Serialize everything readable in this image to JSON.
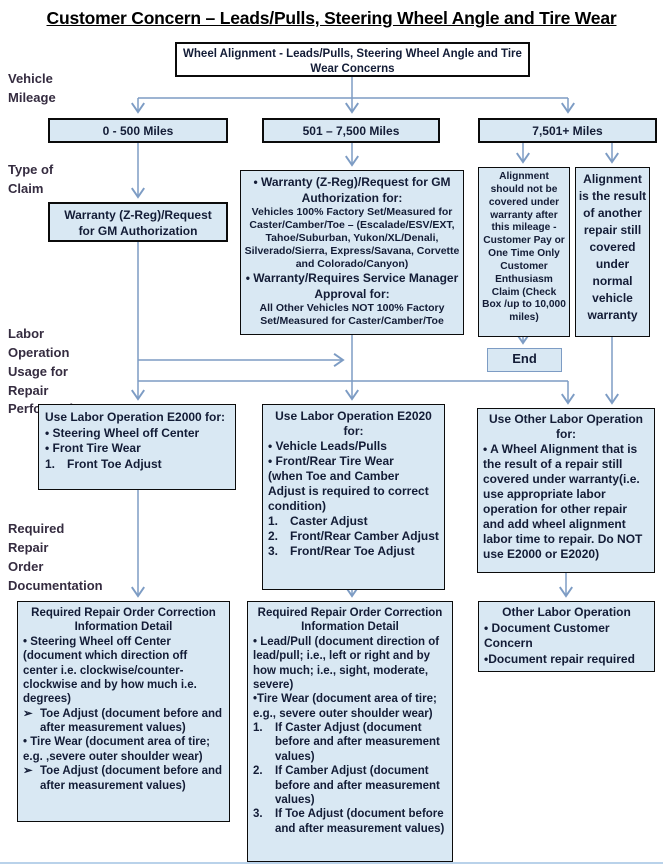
{
  "title": "Customer Concern – Leads/Pulls, Steering Wheel Angle and Tire Wear",
  "colors": {
    "box_fill": "#d9e8f3",
    "box_border": "#0b0b0b",
    "connector": "#7d9cc4",
    "end_box_border": "#7d9cc4",
    "text": "#131c36"
  },
  "side_labels": {
    "vehicle_mileage": "Vehicle\nMileage",
    "type_of_claim": "Type of\nClaim",
    "labor_operation": "Labor\nOperation\nUsage for\nRepair\nPerformed",
    "required_repair": "Required\nRepair\nOrder\nDocumentation"
  },
  "boxes": {
    "top": "Wheel Alignment - Leads/Pulls, Steering Wheel Angle and Tire\nWear Concerns",
    "m1": "0 - 500 Miles",
    "m2": "501 – 7,500 Miles",
    "m3": "7,501+ Miles",
    "c1": "Warranty (Z-Reg)/Request\nfor GM  Authorization",
    "c2": {
      "lines": [
        "• Warranty (Z-Reg)/Request for GM Authorization for:",
        "Vehicles 100% Factory Set/Measured for Caster/Camber/Toe – (Escalade/ESV/EXT, Tahoe/Suburban, Yukon/XL/Denali, Silverado/Sierra, Express/Savana,  Corvette and Colorado/Canyon)",
        "• Warranty/Requires Service Manager Approval for:",
        "All Other Vehicles NOT 100% Factory Set/Measured for Caster/Camber/Toe"
      ]
    },
    "c3a": "Alignment should not be covered under warranty after this mileage - Customer Pay or  One Time Only Customer Enthusiasm Claim (Check Box /up to 10,000 miles)",
    "c3b": "Alignment is the result of another repair still covered under normal vehicle warranty",
    "end": "End",
    "l1": {
      "header": "Use Labor Operation E2000 for:",
      "bullets": [
        "• Steering Wheel off Center",
        "• Front Tire Wear"
      ],
      "numbered": [
        {
          "m": "1.",
          "t": "Front Toe Adjust"
        }
      ]
    },
    "l2": {
      "header": "Use Labor Operation E2020 for:",
      "bullets": [
        "• Vehicle Leads/Pulls",
        "• Front/Rear Tire Wear",
        "(when Toe and Camber Adjust is required to correct condition)"
      ],
      "numbered": [
        {
          "m": "1.",
          "t": "Caster Adjust"
        },
        {
          "m": "2.",
          "t": "Front/Rear Camber Adjust"
        },
        {
          "m": "3.",
          "t": "Front/Rear Toe Adjust"
        }
      ]
    },
    "l3": {
      "header": "Use Other Labor Operation for:",
      "body": "• A Wheel Alignment that is the result of a repair still covered under warranty(i.e. use appropriate labor operation for other repair and add wheel alignment labor time to repair. Do NOT use E2000 or E2020)"
    },
    "d1": {
      "header": "Required Repair Order Correction Information Detail",
      "p1": "•  Steering Wheel off Center (document which direction off center i.e. clockwise/counter-clockwise and by how much i.e. degrees)",
      "a1": {
        "m": "➢",
        "t": "Toe Adjust (document before and after measurement values)"
      },
      "p2": "• Tire Wear (document area of tire; e.g. ,severe outer shoulder wear)",
      "a2": {
        "m": "➢",
        "t": "Toe Adjust (document before and after measurement values)"
      }
    },
    "d2": {
      "header": "Required Repair Order Correction Information Detail",
      "p1": "• Lead/Pull (document direction of lead/pull; i.e., left or right and by how much; i.e., sight, moderate, severe)",
      "p2": "•Tire Wear (document area of tire; e.g., severe outer shoulder wear)",
      "numbered": [
        {
          "m": "1.",
          "t": "If Caster Adjust (document before and after measurement values)"
        },
        {
          "m": "2.",
          "t": "If Camber Adjust (document before and after measurement values)"
        },
        {
          "m": "3.",
          "t": "If Toe Adjust (document before and after measurement values)"
        }
      ]
    },
    "d3": {
      "header": "Other Labor Operation",
      "lines": [
        "• Document Customer Concern",
        "•Document repair required"
      ]
    }
  }
}
